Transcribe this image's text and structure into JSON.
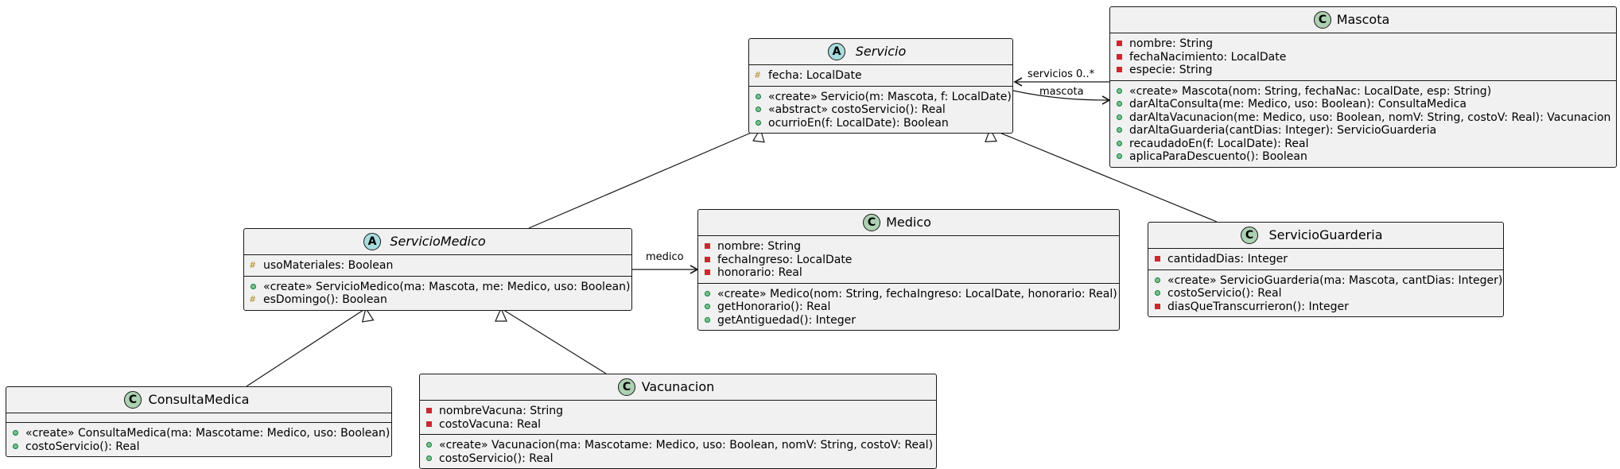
{
  "classes": [
    {
      "id": "servicio",
      "name": "Servicio",
      "kind": "abstract",
      "badge": "A",
      "attributes": [
        {
          "vis": "protected",
          "text": "fecha: LocalDate"
        }
      ],
      "methods": [
        {
          "vis": "public",
          "text": "«create» Servicio(m: Mascota, f: LocalDate)"
        },
        {
          "vis": "public",
          "text": "«abstract» costoServicio(): Real"
        },
        {
          "vis": "public",
          "text": "ocurrioEn(f: LocalDate): Boolean"
        }
      ]
    },
    {
      "id": "mascota",
      "name": "Mascota",
      "kind": "class",
      "badge": "C",
      "attributes": [
        {
          "vis": "private",
          "text": "nombre: String"
        },
        {
          "vis": "private",
          "text": "fechaNacimiento: LocalDate"
        },
        {
          "vis": "private",
          "text": "especie: String"
        }
      ],
      "methods": [
        {
          "vis": "public",
          "text": "«create» Mascota(nom: String, fechaNac: LocalDate, esp: String)"
        },
        {
          "vis": "public",
          "text": "darAltaConsulta(me: Medico, uso: Boolean): ConsultaMedica"
        },
        {
          "vis": "public",
          "text": "darAltaVacunacion(me: Medico, uso: Boolean, nomV: String, costoV: Real): Vacunacion"
        },
        {
          "vis": "public",
          "text": "darAltaGuarderia(cantDias: Integer): ServicioGuarderia"
        },
        {
          "vis": "public",
          "text": "recaudadoEn(f: LocalDate): Real"
        },
        {
          "vis": "public",
          "text": "aplicaParaDescuento(): Boolean"
        }
      ]
    },
    {
      "id": "servicioMedico",
      "name": "ServicioMedico",
      "kind": "abstract",
      "badge": "A",
      "attributes": [
        {
          "vis": "protected",
          "text": "usoMateriales: Boolean"
        }
      ],
      "methods": [
        {
          "vis": "public",
          "text": "«create» ServicioMedico(ma: Mascota, me: Medico, uso: Boolean)"
        },
        {
          "vis": "protected",
          "text": "esDomingo(): Boolean"
        }
      ]
    },
    {
      "id": "medico",
      "name": "Medico",
      "kind": "class",
      "badge": "C",
      "attributes": [
        {
          "vis": "private",
          "text": "nombre: String"
        },
        {
          "vis": "private",
          "text": "fechaIngreso: LocalDate"
        },
        {
          "vis": "private",
          "text": "honorario: Real"
        }
      ],
      "methods": [
        {
          "vis": "public",
          "text": "«create» Medico(nom: String, fechaIngreso: LocalDate, honorario: Real)"
        },
        {
          "vis": "public",
          "text": "getHonorario(): Real"
        },
        {
          "vis": "public",
          "text": "getAntiguedad(): Integer"
        }
      ]
    },
    {
      "id": "servicioGuarderia",
      "name": "ServicioGuarderia",
      "kind": "class",
      "badge": "C",
      "attributes": [
        {
          "vis": "private",
          "text": "cantidadDias: Integer"
        }
      ],
      "methods": [
        {
          "vis": "public",
          "text": "«create» ServicioGuarderia(ma: Mascota, cantDias: Integer)"
        },
        {
          "vis": "public",
          "text": "costoServicio(): Real"
        },
        {
          "vis": "private",
          "text": "diasQueTranscurrieron(): Integer"
        }
      ]
    },
    {
      "id": "consultaMedica",
      "name": "ConsultaMedica",
      "kind": "class",
      "badge": "C",
      "attributes": [],
      "methods": [
        {
          "vis": "public",
          "text": "«create» ConsultaMedica(ma: Mascotame: Medico, uso: Boolean)"
        },
        {
          "vis": "public",
          "text": "costoServicio(): Real"
        }
      ]
    },
    {
      "id": "vacunacion",
      "name": "Vacunacion",
      "kind": "class",
      "badge": "C",
      "attributes": [
        {
          "vis": "private",
          "text": "nombreVacuna: String"
        },
        {
          "vis": "private",
          "text": "costoVacuna: Real"
        }
      ],
      "methods": [
        {
          "vis": "public",
          "text": "«create» Vacunacion(ma: Mascotame: Medico, uso: Boolean, nomV: String, costoV: Real)"
        },
        {
          "vis": "public",
          "text": "costoServicio(): Real"
        }
      ]
    }
  ],
  "relations": [
    {
      "id": "servicios",
      "type": "association",
      "from": "mascota",
      "to": "servicio",
      "label": "servicios 0..*"
    },
    {
      "id": "mascota",
      "type": "association",
      "from": "servicio",
      "to": "mascota",
      "label": "mascota"
    },
    {
      "id": "medico",
      "type": "association",
      "from": "servicioMedico",
      "to": "medico",
      "label": "medico"
    },
    {
      "id": "gen-sm",
      "type": "generalization",
      "from": "servicioMedico",
      "to": "servicio",
      "label": ""
    },
    {
      "id": "gen-sg",
      "type": "generalization",
      "from": "servicioGuarderia",
      "to": "servicio",
      "label": ""
    },
    {
      "id": "gen-cm",
      "type": "generalization",
      "from": "consultaMedica",
      "to": "servicioMedico",
      "label": ""
    },
    {
      "id": "gen-va",
      "type": "generalization",
      "from": "vacunacion",
      "to": "servicioMedico",
      "label": ""
    }
  ],
  "colors": {
    "classFill": "#f1f1f1",
    "border": "#181818",
    "abstractBadge": "#a9dcdf",
    "classBadge": "#add1b2",
    "publicVis": "#84be84",
    "privateVis": "#c82930",
    "protectedVis": "#b38d22"
  }
}
